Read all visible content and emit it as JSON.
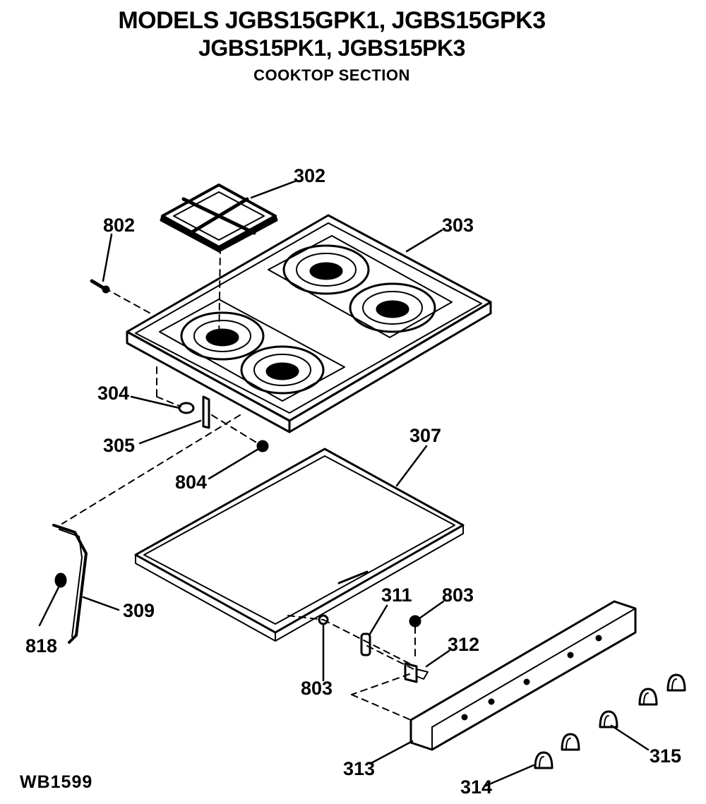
{
  "header": {
    "line1": "MODELS JGBS15GPK1, JGBS15GPK3",
    "line2": "JGBS15PK1, JGBS15PK3",
    "line3": "COOKTOP SECTION"
  },
  "figure_code": "WB1599",
  "parts": {
    "p302": "302",
    "p303": "303",
    "p802": "802",
    "p304": "304",
    "p305": "305",
    "p804": "804",
    "p307": "307",
    "p309": "309",
    "p818": "818",
    "p311": "311",
    "p803a": "803",
    "p803b": "803",
    "p312": "312",
    "p313": "313",
    "p314": "314",
    "p315": "315"
  }
}
